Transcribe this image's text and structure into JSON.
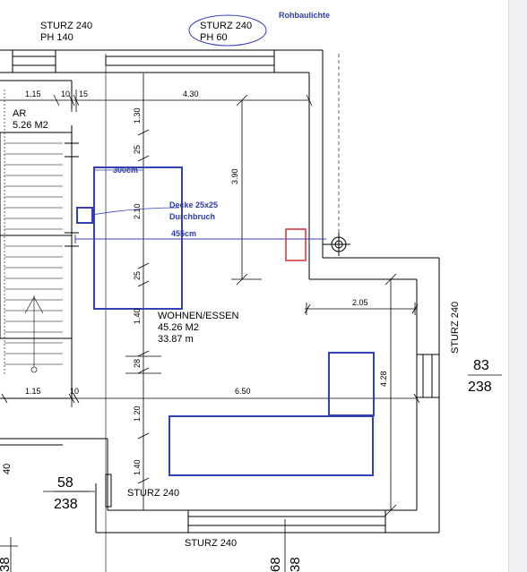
{
  "labels": {
    "sturz_top_left": "STURZ 240",
    "ph_top_left": "PH 140",
    "sturz_top_mid": "STURZ 240",
    "ph_top_mid": "PH 60",
    "rohbau": "Rohbaulichte",
    "room_ar": "AR",
    "room_ar_area": "5.26 M2",
    "room_wohnen": "WOHNEN/ESSEN",
    "room_wohnen_area": "45.26 M2",
    "room_wohnen_perim": "33.87 m",
    "sturz_right": "STURZ 240",
    "sturz_bottom_left": "STURZ 240",
    "sturz_bottom": "STURZ 240",
    "level_right_top": "83",
    "level_right_bottom": "238",
    "level_left_top": "58",
    "level_left_bottom": "238",
    "edge_bottom_left_1": "38",
    "edge_bottom_left_2": "40",
    "edge_bottom_68": "68",
    "edge_bottom_38": "38"
  },
  "dims": {
    "d115_top": "1.15",
    "d10_top": "10",
    "d15_top": "15",
    "d430": "4.30",
    "d130": "1.30",
    "d25_a": "25",
    "d210": "2.10",
    "d25_b": "25",
    "d140_a": "1.40",
    "d28": "28",
    "d390": "3.90",
    "d205": "2.05",
    "d428": "4.28",
    "d115_bot": "1.15",
    "d10_bot": "10",
    "d650": "6.50",
    "d120": "1.20",
    "d140_b": "1.40"
  },
  "annotations": {
    "a300": "300cm",
    "a_decke_1": "Decke 25x25",
    "a_decke_2": "Durchbruch",
    "a455": "455cm"
  },
  "colors": {
    "annotation_blue": "#2e3d9e",
    "highlight_red": "#d03030"
  }
}
